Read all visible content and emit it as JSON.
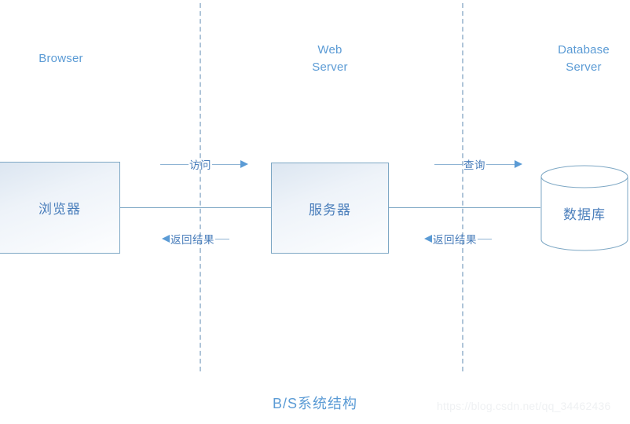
{
  "diagram": {
    "caption": "B/S系统结构",
    "watermark": "https://blog.csdn.net/qq_34462436",
    "accent_color": "#5b9bd5",
    "line_color": "#7da7c4",
    "divider_color": "#aec4d8",
    "lanes": [
      {
        "id": "browser",
        "label": "Browser"
      },
      {
        "id": "web-server",
        "label": "Web\nServer"
      },
      {
        "id": "database-server",
        "label": "Database\nServer"
      }
    ],
    "nodes": [
      {
        "id": "browser",
        "label": "浏览器",
        "shape": "rectangle"
      },
      {
        "id": "server",
        "label": "服务器",
        "shape": "rectangle"
      },
      {
        "id": "database",
        "label": "数据库",
        "shape": "cylinder"
      }
    ],
    "messages": [
      {
        "id": "access",
        "label": "访问",
        "direction": "right",
        "from": "browser",
        "to": "server"
      },
      {
        "id": "return1",
        "label": "返回结果",
        "direction": "left",
        "from": "server",
        "to": "browser"
      },
      {
        "id": "query",
        "label": "查询",
        "direction": "right",
        "from": "server",
        "to": "database"
      },
      {
        "id": "return2",
        "label": "返回结果",
        "direction": "left",
        "from": "database",
        "to": "server"
      }
    ]
  }
}
